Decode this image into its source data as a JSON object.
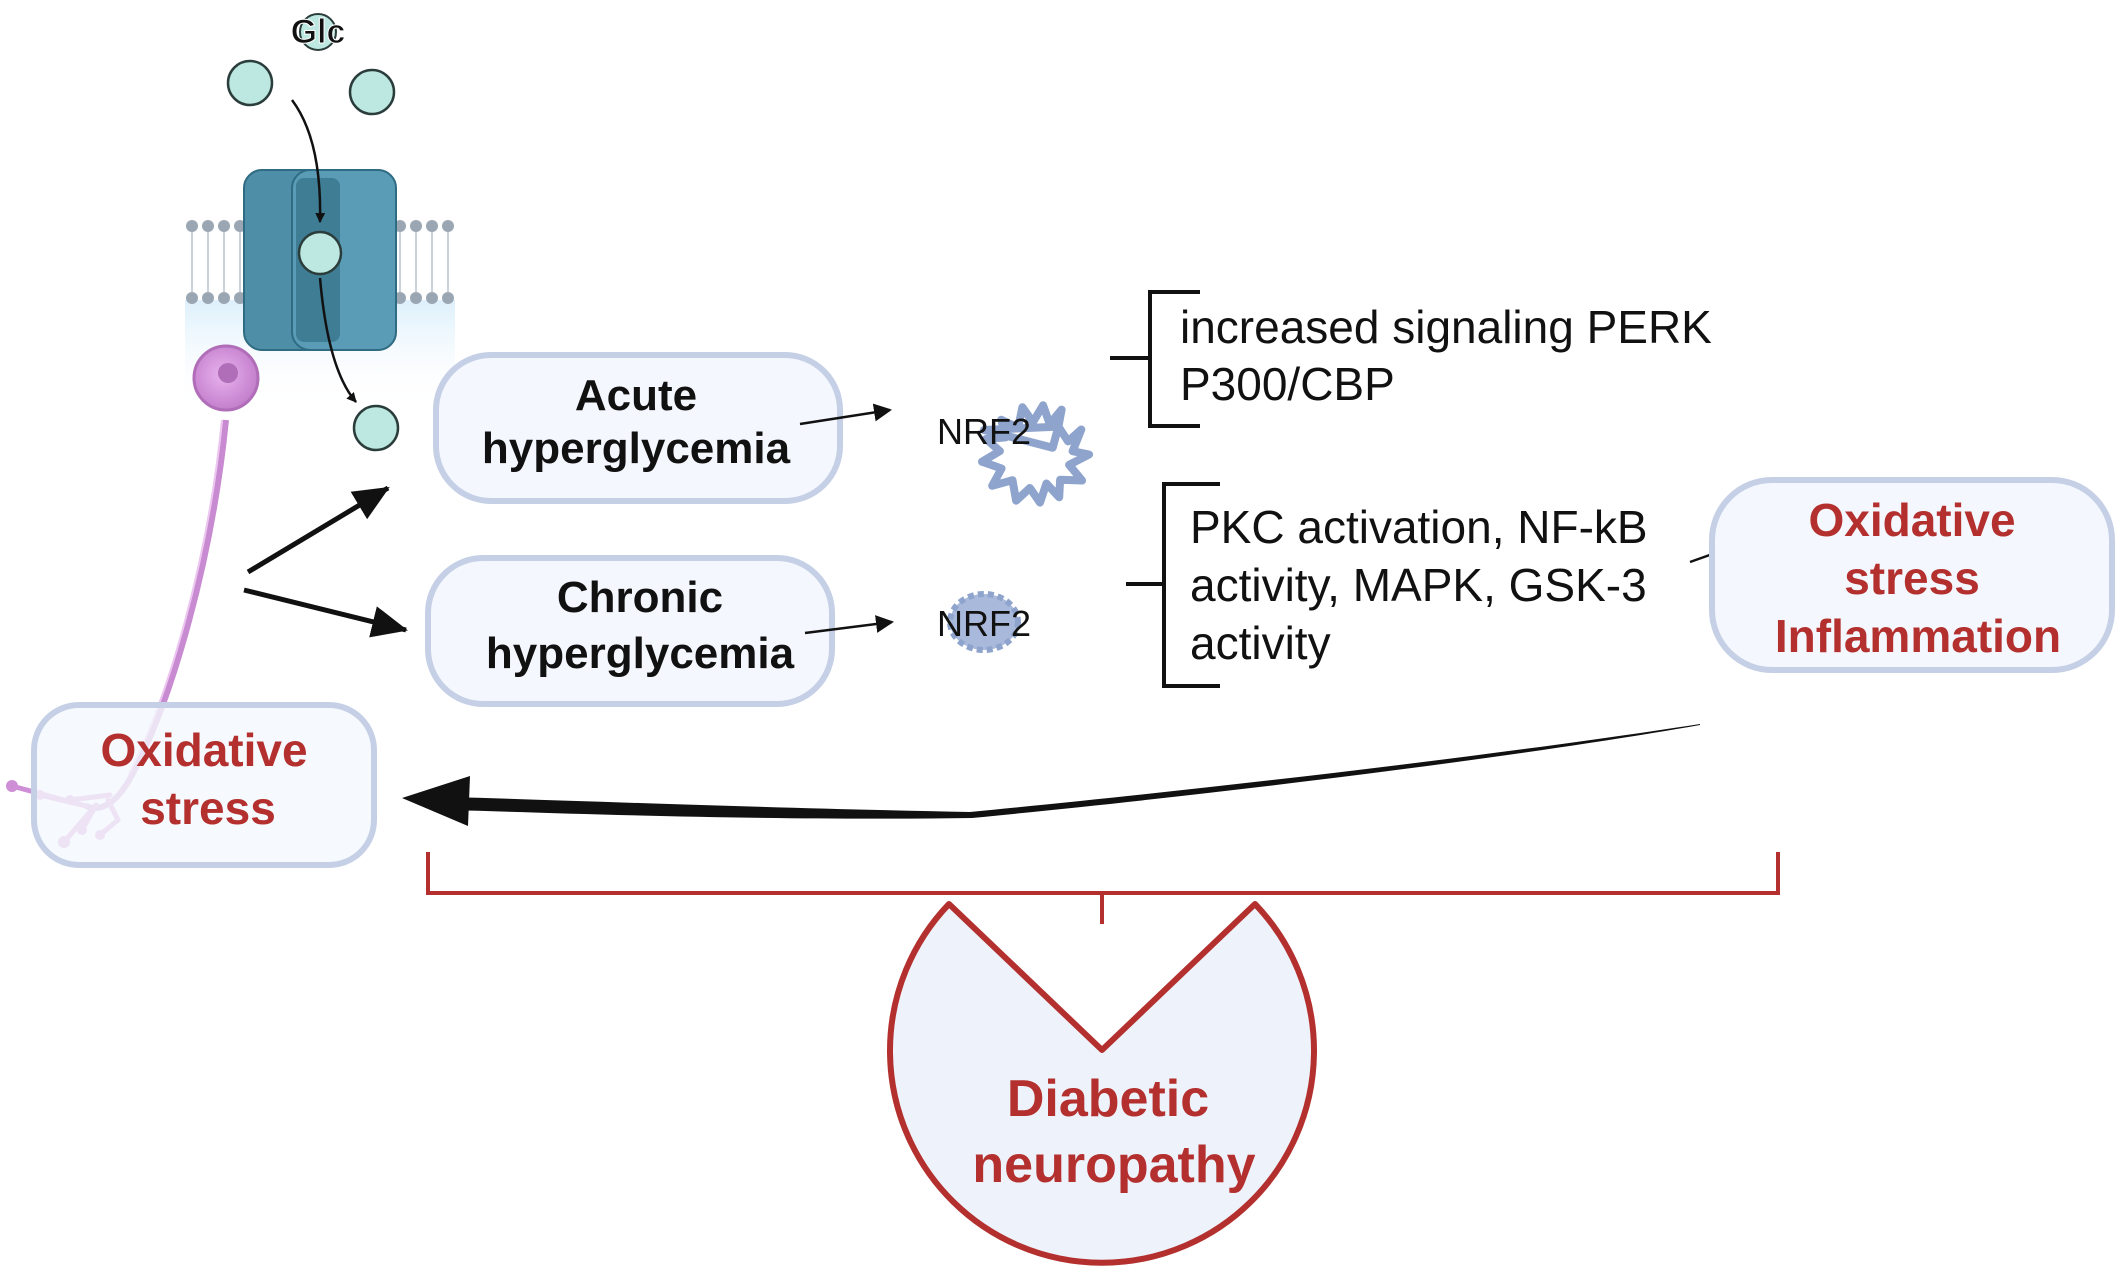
{
  "glucose": {
    "label": "Glc"
  },
  "acute": {
    "line1": "Acute",
    "line2": "hyperglycemia",
    "nrf2": "NRF2"
  },
  "chronic": {
    "line1": "Chronic",
    "line2": "hyperglycemia",
    "nrf2": "NRF2"
  },
  "acute_effects": {
    "line1": "increased signaling PERK",
    "line2": "P300/CBP"
  },
  "chronic_effects": {
    "line1": "PKC activation, NF-kB",
    "line2": "activity, MAPK, GSK-3",
    "line3": "activity"
  },
  "outcome_right": {
    "line1": "Oxidative",
    "line2": "stress",
    "line3": "Inflammation"
  },
  "outcome_left": {
    "line1": "Oxidative",
    "line2": "stress"
  },
  "disease": {
    "line1": "Diabetic",
    "line2": "neuropathy"
  },
  "colors": {
    "accent_red": "#b3302e",
    "box_border": "#c5d0e6",
    "box_fill": "#f4f7fd",
    "transporter": "#4e8ea7",
    "glucose": "#bde7e1",
    "neuron": "#cf8fd6",
    "nrf2_outline": "#8ea4cc"
  }
}
